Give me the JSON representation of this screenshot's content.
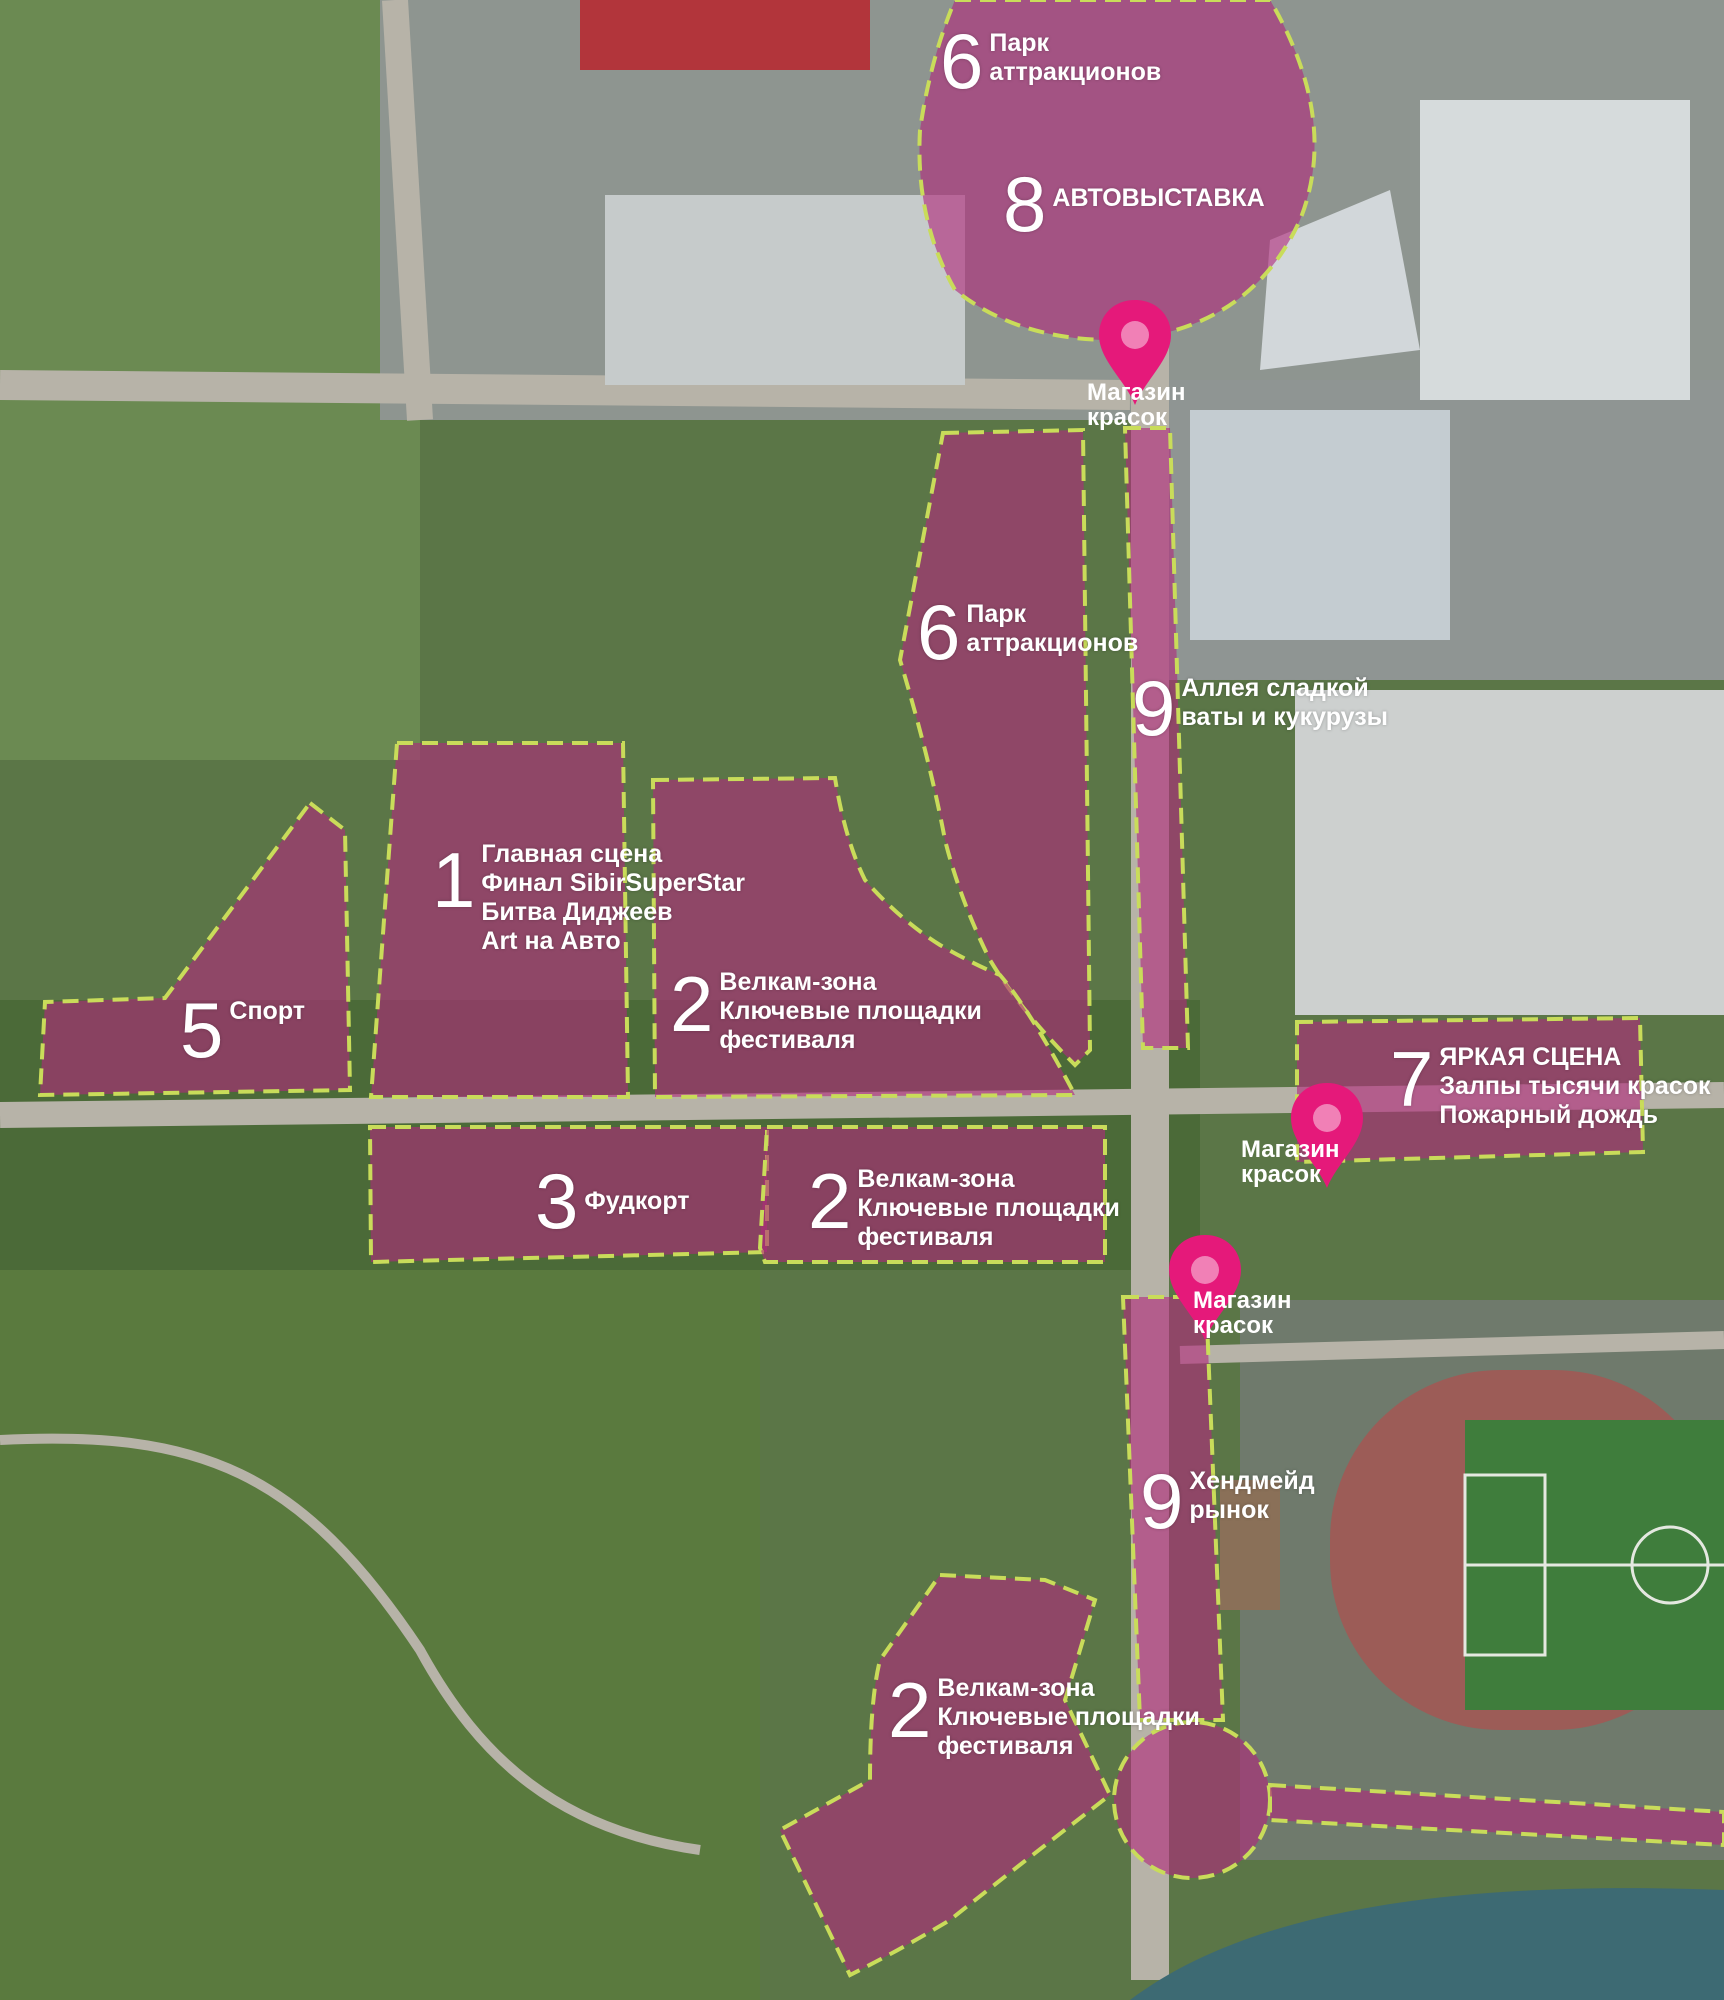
{
  "colors": {
    "zone_fill": "#b02a7a",
    "zone_border": "#c9dc5a",
    "marker": "#e5197a"
  },
  "zones": [
    {
      "num": "1",
      "lines": [
        "Главная сцена",
        "Финал SibirSuperStar",
        "Битва Диджеев",
        "Art на Авто"
      ]
    },
    {
      "num": "2",
      "lines": [
        "Велкам-зона",
        "Ключевые площадки",
        "фестиваля"
      ]
    },
    {
      "num": "2",
      "lines": [
        "Велкам-зона",
        "Ключевые площадки",
        "фестиваля"
      ]
    },
    {
      "num": "2",
      "lines": [
        "Велкам-зона",
        "Ключевые площадки",
        "фестиваля"
      ]
    },
    {
      "num": "3",
      "lines": [
        "Фудкорт"
      ]
    },
    {
      "num": "5",
      "lines": [
        "Спорт"
      ]
    },
    {
      "num": "6",
      "lines": [
        "Парк",
        "аттракционов"
      ]
    },
    {
      "num": "6",
      "lines": [
        "Парк",
        "аттракционов"
      ]
    },
    {
      "num": "7",
      "lines": [
        "ЯРКАЯ СЦЕНА",
        "Залпы тысячи красок",
        "Пожарный дождь"
      ]
    },
    {
      "num": "8",
      "lines": [
        "АВТОВЫСТАВКА"
      ]
    },
    {
      "num": "9",
      "lines": [
        "Аллея сладкой",
        "ваты и кукурузы"
      ]
    },
    {
      "num": "9",
      "lines": [
        "Хендмейд",
        "рынок"
      ]
    }
  ],
  "shops": [
    {
      "lines": [
        "Магазин",
        "красок"
      ],
      "icon": "map-pin-icon"
    },
    {
      "lines": [
        "Магазин",
        "красок"
      ],
      "icon": "map-pin-icon"
    },
    {
      "lines": [
        "Магазин",
        "красок"
      ],
      "icon": "map-pin-icon"
    }
  ]
}
